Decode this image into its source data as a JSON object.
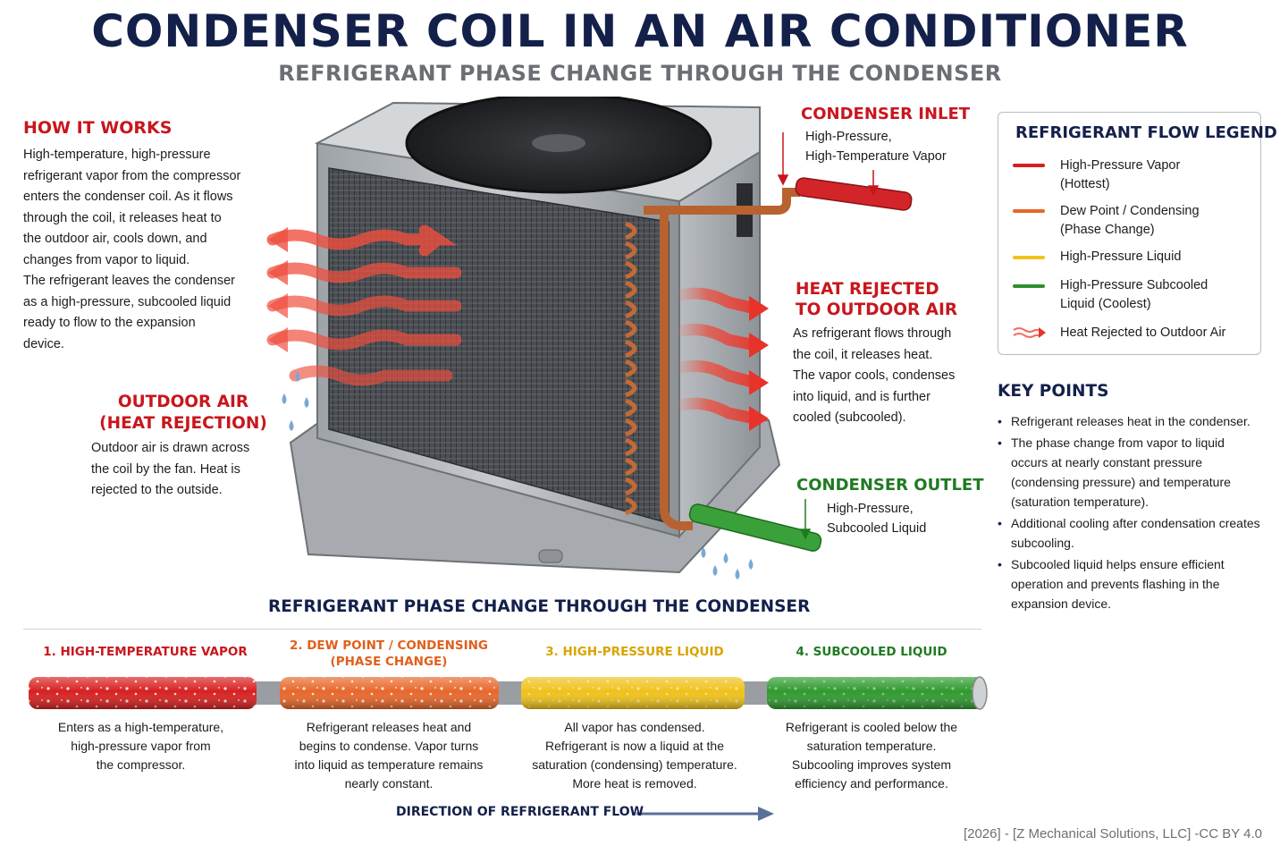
{
  "header": {
    "title": "CONDENSER COIL IN AN AIR CONDITIONER",
    "subtitle": "REFRIGERANT PHASE CHANGE THROUGH THE CONDENSER"
  },
  "how_it_works": {
    "title": "HOW IT WORKS",
    "lines": [
      "High-temperature, high-pressure",
      "refrigerant vapor from the compressor",
      "enters the condenser coil. As it flows",
      "through the coil, it releases heat to",
      "the outdoor air, cools down, and",
      "changes from vapor to liquid.",
      "The refrigerant leaves the condenser",
      "as a high-pressure, subcooled liquid",
      "ready to flow to the expansion",
      "device."
    ]
  },
  "outdoor_air": {
    "title_line1": "OUTDOOR AIR",
    "title_line2": "(HEAT REJECTION)",
    "lines": [
      "Outdoor air is drawn across",
      "the coil by the fan. Heat is",
      "rejected to the outside."
    ]
  },
  "inlet": {
    "title": "CONDENSER INLET",
    "line1": "High-Pressure,",
    "line2": "High-Temperature Vapor"
  },
  "heat_rejected": {
    "title_line1": "HEAT REJECTED",
    "title_line2": "TO OUTDOOR AIR",
    "lines": [
      "As refrigerant flows through",
      "the coil, it releases heat.",
      "The vapor cools, condenses",
      "into liquid, and is further",
      "cooled (subcooled)."
    ]
  },
  "outlet": {
    "title": "CONDENSER OUTLET",
    "line1": "High-Pressure,",
    "line2": "Subcooled Liquid"
  },
  "legend": {
    "title": "REFRIGERANT FLOW LEGEND",
    "items": [
      {
        "label1": "High-Pressure Vapor",
        "label2": "(Hottest)",
        "color": "#d21f1f"
      },
      {
        "label1": "Dew Point / Condensing",
        "label2": "(Phase Change)",
        "color": "#e8672a"
      },
      {
        "label1": "High-Pressure Liquid",
        "label2": "",
        "color": "#f0c419"
      },
      {
        "label1": "High-Pressure Subcooled",
        "label2": "Liquid (Coolest)",
        "color": "#2f8f2f"
      },
      {
        "label1": "Heat Rejected to Outdoor Air",
        "label2": "",
        "color": "#f07060",
        "icon": "wavy-arrow-icon"
      }
    ]
  },
  "key_points": {
    "title": "KEY POINTS",
    "items": [
      "Refrigerant releases heat in the condenser.",
      "The phase change from vapor to liquid occurs at nearly constant pressure (condensing pressure) and temperature (saturation temperature).",
      "Additional cooling after condensation creates subcooling.",
      "Subcooled liquid helps ensure efficient operation and prevents flashing in the expansion device."
    ]
  },
  "phase_section": {
    "title": "REFRIGERANT PHASE CHANGE THROUGH THE CONDENSER",
    "stages": [
      {
        "title1": "1. HIGH-TEMPERATURE VAPOR",
        "title2": "",
        "color": "#c8161d",
        "pipe_color": "#d82020",
        "lines": [
          "Enters as a high-temperature,",
          "high-pressure vapor from",
          "the compressor."
        ]
      },
      {
        "title1": "2. DEW POINT / CONDENSING",
        "title2": "(PHASE CHANGE)",
        "color": "#e0601c",
        "pipe_color": "#e8672a",
        "lines": [
          "Refrigerant releases heat and",
          "begins to condense. Vapor turns",
          "into liquid as temperature remains",
          "nearly constant."
        ]
      },
      {
        "title1": "3. HIGH-PRESSURE LIQUID",
        "title2": "",
        "color": "#d9a400",
        "pipe_color": "#efc21a",
        "lines": [
          "All vapor has condensed.",
          "Refrigerant is now a liquid at the",
          "saturation (condensing) temperature.",
          "More heat is removed."
        ]
      },
      {
        "title1": "4. SUBCOOLED LIQUID",
        "title2": "",
        "color": "#1f7a22",
        "pipe_color": "#2f9a2f",
        "lines": [
          "Refrigerant is cooled below the",
          "saturation temperature.",
          "Subcooling improves system",
          "efficiency and performance."
        ]
      }
    ],
    "direction_label": "DIRECTION OF REFRIGERANT FLOW"
  },
  "credit": "[2026] - [Z Mechanical Solutions, LLC] -CC BY 4.0",
  "colors": {
    "navy": "#13204a",
    "red": "#c8161d",
    "green": "#1f7a22",
    "gray": "#6b6f75"
  }
}
